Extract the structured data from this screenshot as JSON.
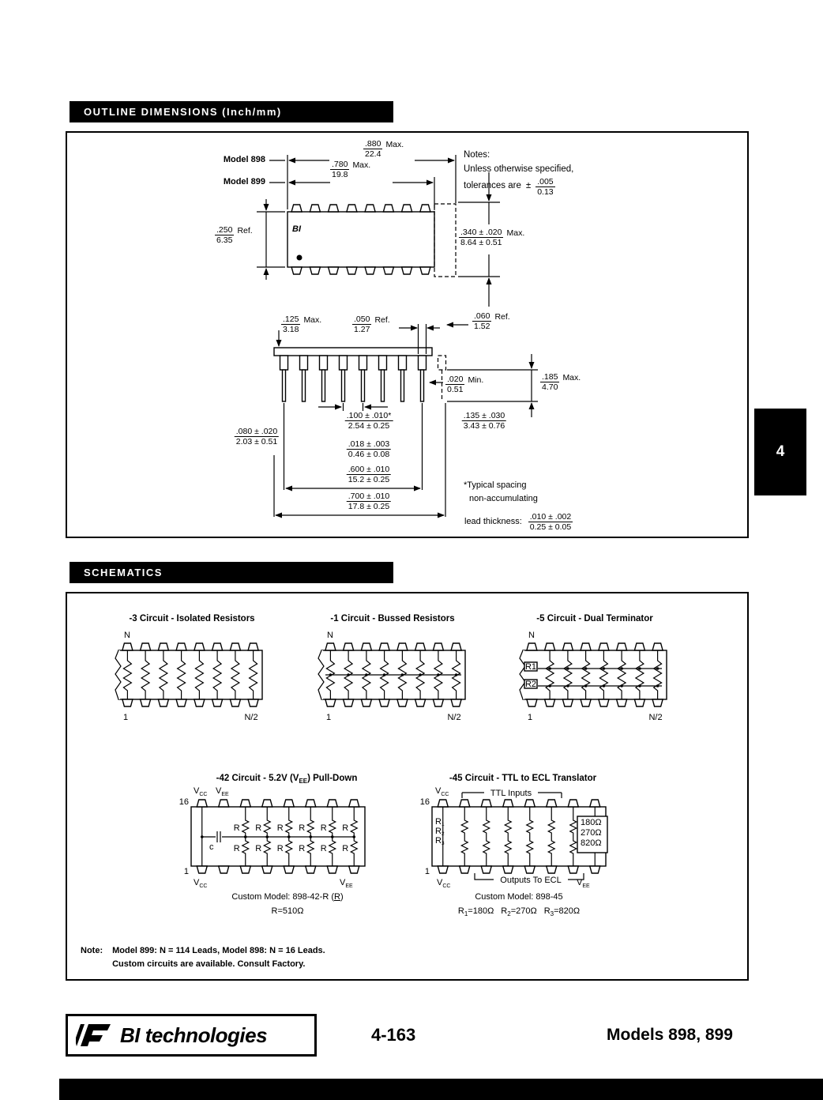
{
  "headers": {
    "outline": "OUTLINE DIMENSIONS (Inch/mm)",
    "schematics": "SCHEMATICS"
  },
  "tab": {
    "number": "4"
  },
  "outline": {
    "model898": "Model 898",
    "model899": "Model 899",
    "logo": "BI",
    "notes": {
      "title": "Notes:",
      "line1": "Unless otherwise specified,",
      "line2": "tolerances are",
      "pm": "±",
      "tol_num": ".005",
      "tol_den": "0.13"
    },
    "d880": {
      "num": ".880",
      "den": "22.4",
      "suf": "Max."
    },
    "d780": {
      "num": ".780",
      "den": "19.8",
      "suf": "Max."
    },
    "d250": {
      "num": ".250",
      "den": "6.35",
      "suf": "Ref."
    },
    "d340": {
      "num": ".340 ± .020",
      "den": "8.64 ± 0.51",
      "suf": "Max."
    },
    "d125": {
      "num": ".125",
      "den": "3.18",
      "suf": "Max."
    },
    "d050": {
      "num": ".050",
      "den": "1.27",
      "suf": "Ref."
    },
    "d060": {
      "num": ".060",
      "den": "1.52",
      "suf": "Ref."
    },
    "d020": {
      "num": ".020",
      "den": "0.51",
      "suf": "Min."
    },
    "d185": {
      "num": ".185",
      "den": "4.70",
      "suf": "Max."
    },
    "d100": {
      "num": ".100 ± .010*",
      "den": "2.54 ± 0.25"
    },
    "d135": {
      "num": ".135 ± .030",
      "den": "3.43 ± 0.76"
    },
    "d080": {
      "num": ".080 ± .020",
      "den": "2.03 ± 0.51"
    },
    "d018": {
      "num": ".018 ± .003",
      "den": "0.46 ± 0.08"
    },
    "d600": {
      "num": ".600 ± .010",
      "den": "15.2 ± 0.25"
    },
    "d700": {
      "num": ".700 ± .010",
      "den": "17.8 ± 0.25"
    },
    "typ1": "*Typical spacing",
    "typ2": "non-accumulating",
    "lead_label": "lead thickness:",
    "d010": {
      "num": ".010 ± .002",
      "den": "0.25 ± 0.05"
    }
  },
  "schematics": {
    "s3_title": "-3 Circuit - Isolated Resistors",
    "s1_title": "-1 Circuit - Bussed Resistors",
    "s5_title": "-5 Circuit - Dual Terminator",
    "n": "N",
    "one": "1",
    "nhalf": "N/2",
    "r1": "R1",
    "r2": "R2",
    "tok": {
      "v": "V",
      "cc": "CC",
      "ee": "EE"
    },
    "s42": {
      "t1": "-42 Circuit - 5.2V (V",
      "tsub": "EE",
      "t2": ") Pull-Down",
      "pin16": "16",
      "pin1": "1",
      "r": "R",
      "c": "c",
      "custom_pre": "Custom Model: 898-42-R (",
      "custom_r": "R",
      "custom_post": ")",
      "rval": "R=510Ω"
    },
    "s45": {
      "title": "-45 Circuit - TTL to ECL Translator",
      "pin16": "16",
      "pin1": "1",
      "ttl": "TTL Inputs",
      "outputs": "Outputs To ECL",
      "r": "R",
      "sub1": "1",
      "sub2": "2",
      "sub3": "3",
      "v180": "180Ω",
      "v270": "270Ω",
      "v820": "820Ω",
      "custom": "Custom Model: 898-45",
      "rv1": "=180Ω",
      "rv2": "=270Ω",
      "rv3": "=820Ω"
    },
    "note_label": "Note:",
    "note1": "Model 899: N = 114 Leads, Model 898: N = 16 Leads.",
    "note2": "Custom circuits are available.  Consult Factory."
  },
  "footer": {
    "brand": "BI technologies",
    "page": "4-163",
    "models": "Models 898, 899"
  }
}
